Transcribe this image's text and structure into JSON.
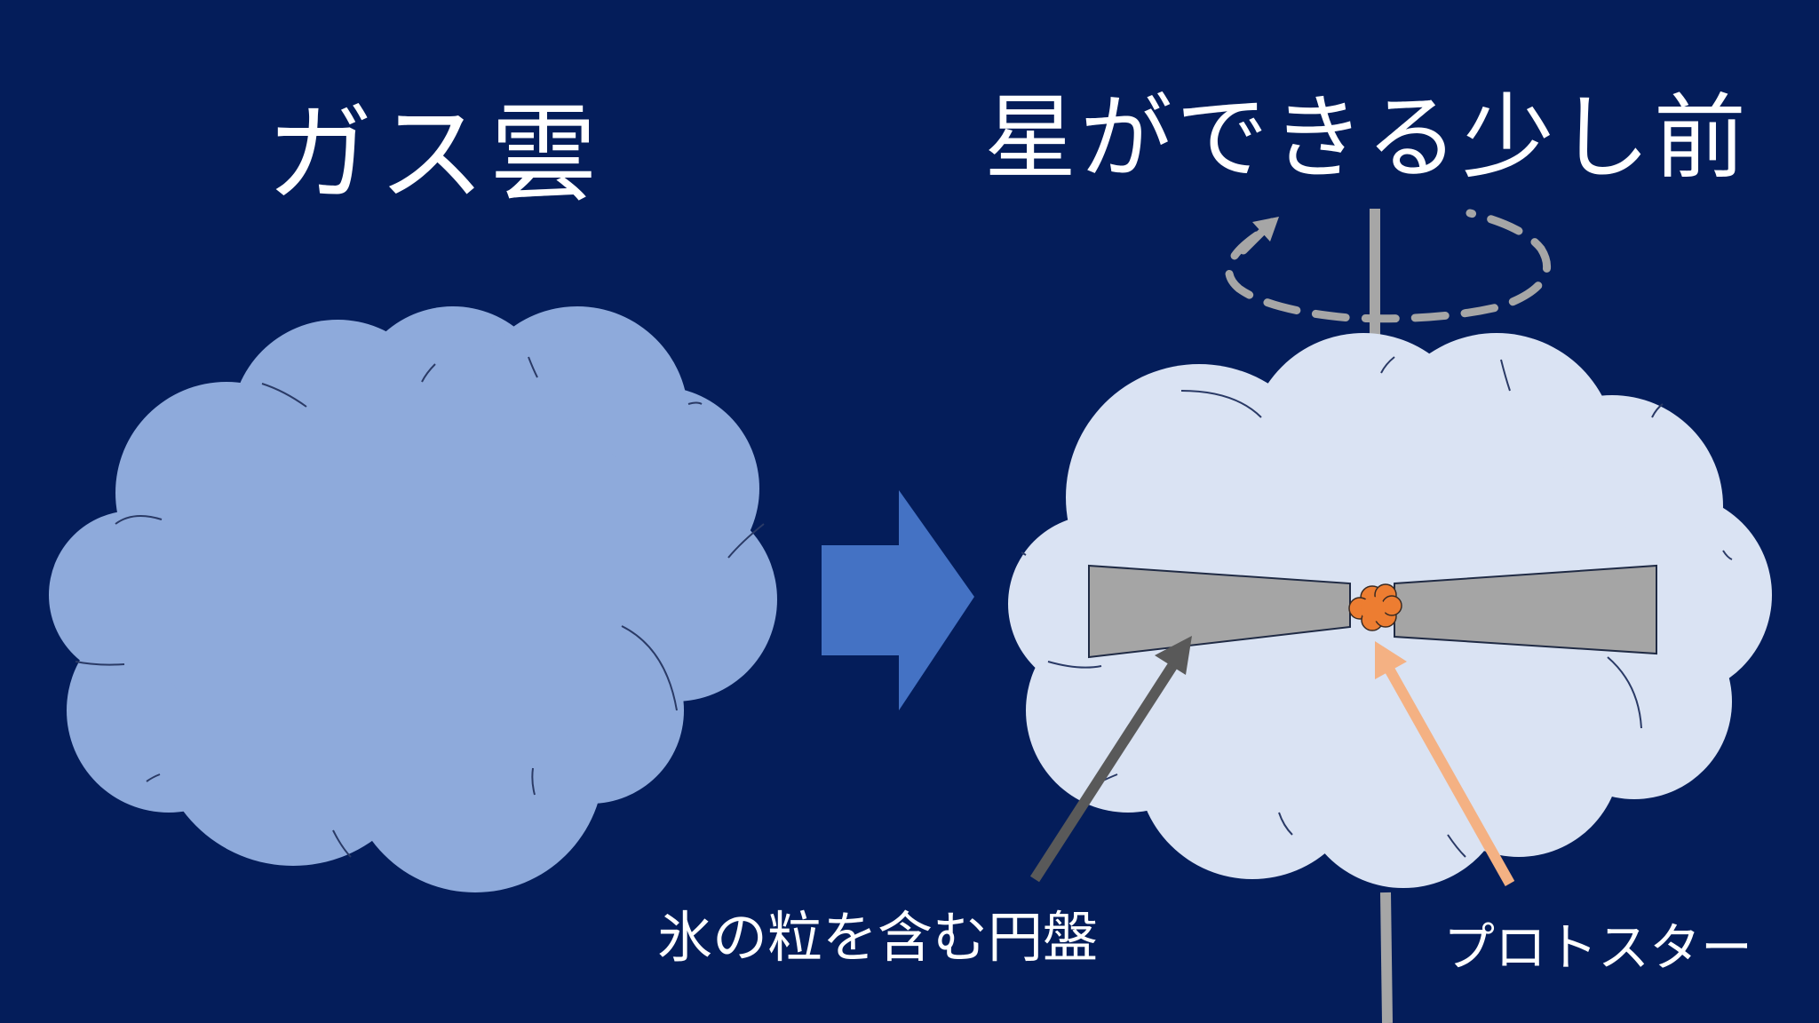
{
  "titles": {
    "gas_cloud": "ガス雲",
    "before_star": "星ができる少し前"
  },
  "labels": {
    "disk": "氷の粒を含む円盤",
    "protostar": "プロトスター"
  },
  "colors": {
    "background": "#041d5a",
    "gas_cloud": "#8eaadb",
    "collapsing_cloud": "#dae3f3",
    "transition_arrow": "#4472c4",
    "disk": "#a5a5a5",
    "protostar": "#ed7d31",
    "disk_pointer": "#595959",
    "protostar_pointer": "#f4b183",
    "rotation_axis": "#a6a6a6"
  },
  "icons": {
    "transition": "right-arrow-icon",
    "rotation": "rotation-arrow-icon"
  }
}
